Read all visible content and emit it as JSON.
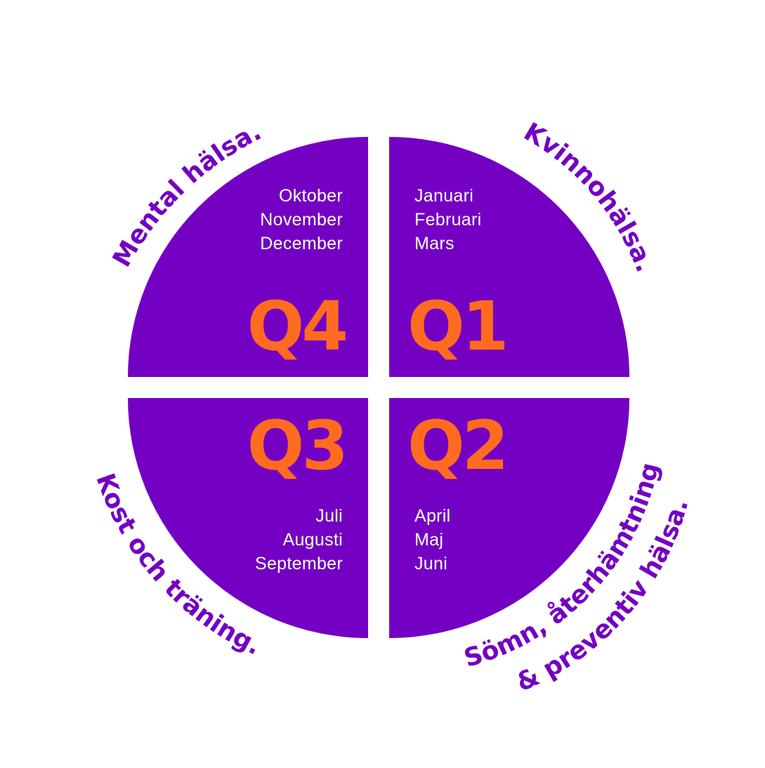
{
  "colors": {
    "purple": "#7400C3",
    "orange": "#FF6B1F",
    "background": "#FFFFFF"
  },
  "quarters": {
    "q1": {
      "label": "Q1",
      "months": [
        "Januari",
        "Februari",
        "Mars"
      ],
      "topic": "Kvinnohälsa."
    },
    "q2": {
      "label": "Q2",
      "months": [
        "April",
        "Maj",
        "Juni"
      ],
      "topic_line1": "Sömn, återhämtning",
      "topic_line2": "& preventiv hälsa."
    },
    "q3": {
      "label": "Q3",
      "months": [
        "Juli",
        "Augusti",
        "September"
      ],
      "topic": "Kost och träning."
    },
    "q4": {
      "label": "Q4",
      "months": [
        "Oktober",
        "November",
        "December"
      ],
      "topic": "Mental hälsa."
    }
  }
}
